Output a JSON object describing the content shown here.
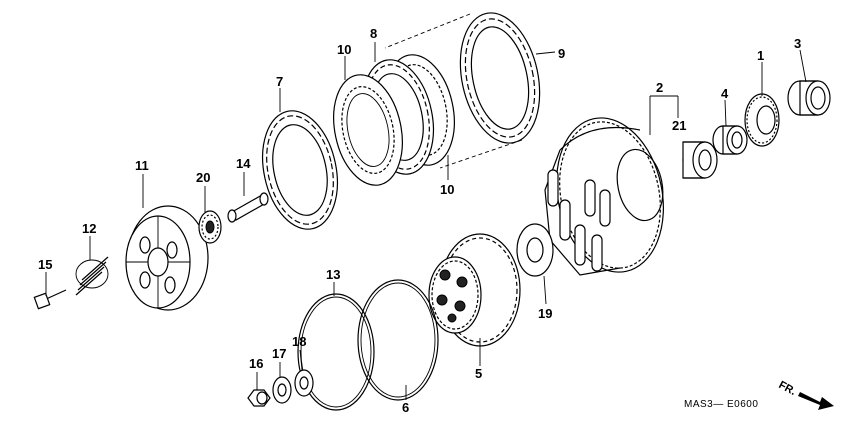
{
  "labels": {
    "p1": "1",
    "p2": "2",
    "p3": "3",
    "p4": "4",
    "p5": "5",
    "p6": "6",
    "p7": "7",
    "p8": "8",
    "p9": "9",
    "p10a": "10",
    "p10b": "10",
    "p11": "11",
    "p12": "12",
    "p13": "13",
    "p14": "14",
    "p15": "15",
    "p16": "16",
    "p17": "17",
    "p18": "18",
    "p19": "19",
    "p20": "20",
    "p21": "21"
  },
  "diagram_code": "MAS3— E0600",
  "direction_label": "FR."
}
